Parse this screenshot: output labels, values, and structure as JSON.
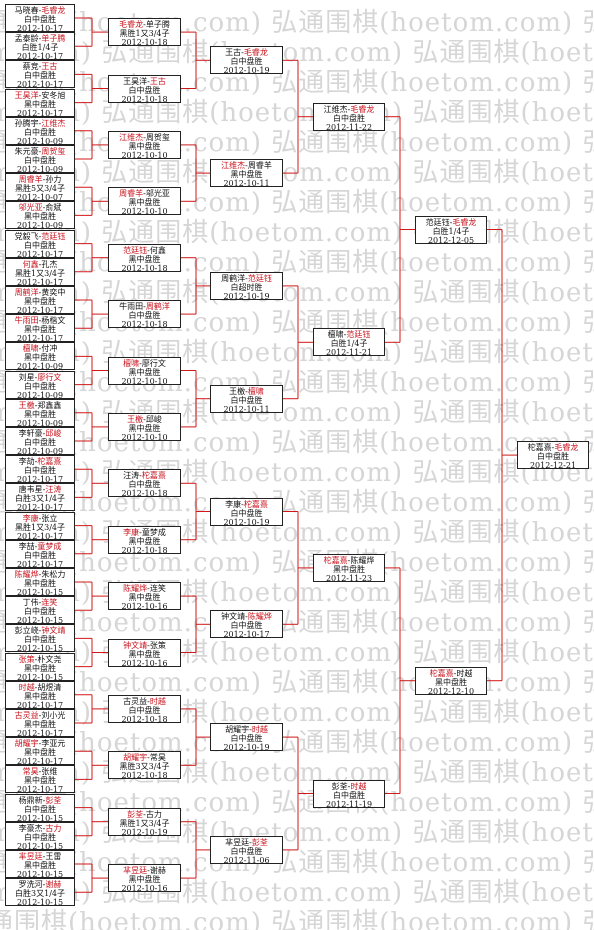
{
  "watermark": "弘通围棋(hoetom.com)",
  "brackets": {
    "round1": [
      {
        "p1": "马晓春",
        "p2": "毛睿龙",
        "w": 2,
        "res": "白中盘胜",
        "date": "2012-10-17"
      },
      {
        "p1": "孟泰龄",
        "p2": "单子腾",
        "w": 2,
        "res": "白胜1/4子",
        "date": "2012-10-17"
      },
      {
        "p1": "蔡竞",
        "p2": "王古",
        "w": 2,
        "res": "白中盘胜",
        "date": "2012-10-17"
      },
      {
        "p1": "王昊洋",
        "p2": "安冬旭",
        "w": 1,
        "res": "黑中盘胜",
        "date": "2012-10-17"
      },
      {
        "p1": "孙腾宇",
        "p2": "江维杰",
        "w": 2,
        "res": "白中盘胜",
        "date": "2012-10-09"
      },
      {
        "p1": "朱元豪",
        "p2": "周贺玺",
        "w": 2,
        "res": "白中盘胜",
        "date": "2012-10-09"
      },
      {
        "p1": "周睿羊",
        "p2": "孙力",
        "w": 1,
        "res": "黑胜5又3/4子",
        "date": "2012-10-07"
      },
      {
        "p1": "邬光亚",
        "p2": "俞斌",
        "w": 1,
        "res": "黑中盘胜",
        "date": "2012-10-09"
      },
      {
        "p1": "党毅飞",
        "p2": "范廷钰",
        "w": 2,
        "res": "白中盘胜",
        "date": "2012-10-17"
      },
      {
        "p1": "何鑫",
        "p2": "孔杰",
        "w": 1,
        "res": "黑胜1又3/4子",
        "date": "2012-10-17"
      },
      {
        "p1": "周鹤洋",
        "p2": "黄奕中",
        "w": 1,
        "res": "黑中盘胜",
        "date": "2012-10-17"
      },
      {
        "p1": "牛雨田",
        "p2": "杨楷文",
        "w": 1,
        "res": "黑中盘胜",
        "date": "2012-10-17"
      },
      {
        "p1": "檀啸",
        "p2": "付冲",
        "w": 1,
        "res": "黑中盘胜",
        "date": "2012-10-09"
      },
      {
        "p1": "刘星",
        "p2": "廖行文",
        "w": 2,
        "res": "白中盘胜",
        "date": "2012-10-09"
      },
      {
        "p1": "王檄",
        "p2": "郑鑫鑫",
        "w": 1,
        "res": "黑中盘胜",
        "date": "2012-10-09"
      },
      {
        "p1": "李轩豪",
        "p2": "邱峻",
        "w": 2,
        "res": "白中盘胜",
        "date": "2012-10-09"
      },
      {
        "p1": "李劼",
        "p2": "柁嘉熹",
        "w": 2,
        "res": "白中盘胜",
        "date": "2012-10-17"
      },
      {
        "p1": "唐韦星",
        "p2": "汪涛",
        "w": 2,
        "res": "白胜3又1/4子",
        "date": "2012-10-17"
      },
      {
        "p1": "李康",
        "p2": "张立",
        "w": 1,
        "res": "黑胜1又3/4子",
        "date": "2012-10-17"
      },
      {
        "p1": "李喆",
        "p2": "童梦成",
        "w": 2,
        "res": "白中盘胜",
        "date": "2012-10-17"
      },
      {
        "p1": "陈耀烨",
        "p2": "朱松力",
        "w": 1,
        "res": "黑中盘胜",
        "date": "2012-10-15"
      },
      {
        "p1": "丁伟",
        "p2": "连笑",
        "w": 2,
        "res": "白中盘胜",
        "date": "2012-10-15"
      },
      {
        "p1": "彭立峣",
        "p2": "钟文靖",
        "w": 2,
        "res": "白中盘胜",
        "date": "2012-10-15"
      },
      {
        "p1": "张策",
        "p2": "朴文尧",
        "w": 1,
        "res": "黑中盘胜",
        "date": "2012-10-15"
      },
      {
        "p1": "时越",
        "p2": "胡煜清",
        "w": 1,
        "res": "黑中盘胜",
        "date": "2012-10-17"
      },
      {
        "p1": "古灵益",
        "p2": "刘小光",
        "w": 1,
        "res": "黑中盘胜",
        "date": "2012-10-17"
      },
      {
        "p1": "胡耀宇",
        "p2": "李亚元",
        "w": 1,
        "res": "黑中盘胜",
        "date": "2012-10-17"
      },
      {
        "p1": "常昊",
        "p2": "张维",
        "w": 1,
        "res": "黑中盘胜",
        "date": "2012-10-17"
      },
      {
        "p1": "杨鼎新",
        "p2": "彭荃",
        "w": 2,
        "res": "白中盘胜",
        "date": "2012-10-15"
      },
      {
        "p1": "李豪杰",
        "p2": "古力",
        "w": 2,
        "res": "白中盘胜",
        "date": "2012-10-15"
      },
      {
        "p1": "芈昱廷",
        "p2": "王雷",
        "w": 1,
        "res": "黑中盘胜",
        "date": "2012-10-15"
      },
      {
        "p1": "罗洗河",
        "p2": "谢赫",
        "w": 2,
        "res": "白胜3又1/4子",
        "date": "2012-10-15"
      }
    ],
    "round2": [
      {
        "p1": "毛睿龙",
        "p2": "单子腾",
        "w": 1,
        "res": "黑胜1又3/4子",
        "date": "2012-10-18"
      },
      {
        "p1": "王昊洋",
        "p2": "王古",
        "w": 2,
        "res": "白中盘胜",
        "date": "2012-10-18"
      },
      {
        "p1": "江维杰",
        "p2": "周贺玺",
        "w": 1,
        "res": "黑中盘胜",
        "date": "2012-10-10"
      },
      {
        "p1": "周睿羊",
        "p2": "邬光亚",
        "w": 1,
        "res": "黑中盘胜",
        "date": "2012-10-10"
      },
      {
        "p1": "范廷钰",
        "p2": "何鑫",
        "w": 1,
        "res": "黑中盘胜",
        "date": "2012-10-18"
      },
      {
        "p1": "牛雨田",
        "p2": "周鹤洋",
        "w": 2,
        "res": "白中盘胜",
        "date": "2012-10-18"
      },
      {
        "p1": "檀啸",
        "p2": "廖行文",
        "w": 1,
        "res": "黑中盘胜",
        "date": "2012-10-10"
      },
      {
        "p1": "王檄",
        "p2": "邱峻",
        "w": 1,
        "res": "黑中盘胜",
        "date": "2012-10-10"
      },
      {
        "p1": "汪涛",
        "p2": "柁嘉熹",
        "w": 2,
        "res": "白中盘胜",
        "date": "2012-10-18"
      },
      {
        "p1": "李康",
        "p2": "童梦成",
        "w": 1,
        "res": "黑中盘胜",
        "date": "2012-10-18"
      },
      {
        "p1": "陈耀烨",
        "p2": "连笑",
        "w": 1,
        "res": "黑中盘胜",
        "date": "2012-10-16"
      },
      {
        "p1": "钟文靖",
        "p2": "张策",
        "w": 1,
        "res": "黑中盘胜",
        "date": "2012-10-16"
      },
      {
        "p1": "古灵益",
        "p2": "时越",
        "w": 2,
        "res": "白中盘胜",
        "date": "2012-10-18"
      },
      {
        "p1": "胡耀宇",
        "p2": "常昊",
        "w": 1,
        "res": "黑胜3又3/4子",
        "date": "2012-10-18"
      },
      {
        "p1": "彭荃",
        "p2": "古力",
        "w": 1,
        "res": "黑胜1又3/4子",
        "date": "2012-10-19"
      },
      {
        "p1": "芈昱廷",
        "p2": "谢赫",
        "w": 1,
        "res": "黑中盘胜",
        "date": "2012-10-16"
      }
    ],
    "round3": [
      {
        "p1": "王古",
        "p2": "毛睿龙",
        "w": 2,
        "res": "白中盘胜",
        "date": "2012-10-19"
      },
      {
        "p1": "江维杰",
        "p2": "周睿羊",
        "w": 1,
        "res": "黑中盘胜",
        "date": "2012-10-11"
      },
      {
        "p1": "周鹤洋",
        "p2": "范廷钰",
        "w": 2,
        "res": "白超时胜",
        "date": "2012-10-19"
      },
      {
        "p1": "王檄",
        "p2": "檀啸",
        "w": 2,
        "res": "白中盘胜",
        "date": "2012-10-11"
      },
      {
        "p1": "李康",
        "p2": "柁嘉熹",
        "w": 2,
        "res": "白中盘胜",
        "date": "2012-10-19"
      },
      {
        "p1": "钟文靖",
        "p2": "陈耀烨",
        "w": 2,
        "res": "白中盘胜",
        "date": "2012-10-17"
      },
      {
        "p1": "胡耀宇",
        "p2": "时越",
        "w": 2,
        "res": "白中盘胜",
        "date": "2012-10-19"
      },
      {
        "p1": "芈昱廷",
        "p2": "彭荃",
        "w": 2,
        "res": "白中盘胜",
        "date": "2012-11-06"
      }
    ],
    "round4": [
      {
        "p1": "江维杰",
        "p2": "毛睿龙",
        "w": 2,
        "res": "白中盘胜",
        "date": "2012-11-22"
      },
      {
        "p1": "檀啸",
        "p2": "范廷钰",
        "w": 2,
        "res": "白胜1/4子",
        "date": "2012-11-21"
      },
      {
        "p1": "柁嘉熹",
        "p2": "陈耀烨",
        "w": 1,
        "res": "黑中盘胜",
        "date": "2012-11-23"
      },
      {
        "p1": "彭荃",
        "p2": "时越",
        "w": 2,
        "res": "白中盘胜",
        "date": "2012-11-19"
      }
    ],
    "round5": [
      {
        "p1": "范廷钰",
        "p2": "毛睿龙",
        "w": 2,
        "res": "白胜1/4子",
        "date": "2012-12-05"
      },
      {
        "p1": "柁嘉熹",
        "p2": "时越",
        "w": 1,
        "res": "黑中盘胜",
        "date": "2012-12-10"
      }
    ],
    "round6": [
      {
        "p1": "柁嘉熹",
        "p2": "毛睿龙",
        "w": 2,
        "res": "白中盘胜",
        "date": "2012-12-21"
      }
    ]
  }
}
